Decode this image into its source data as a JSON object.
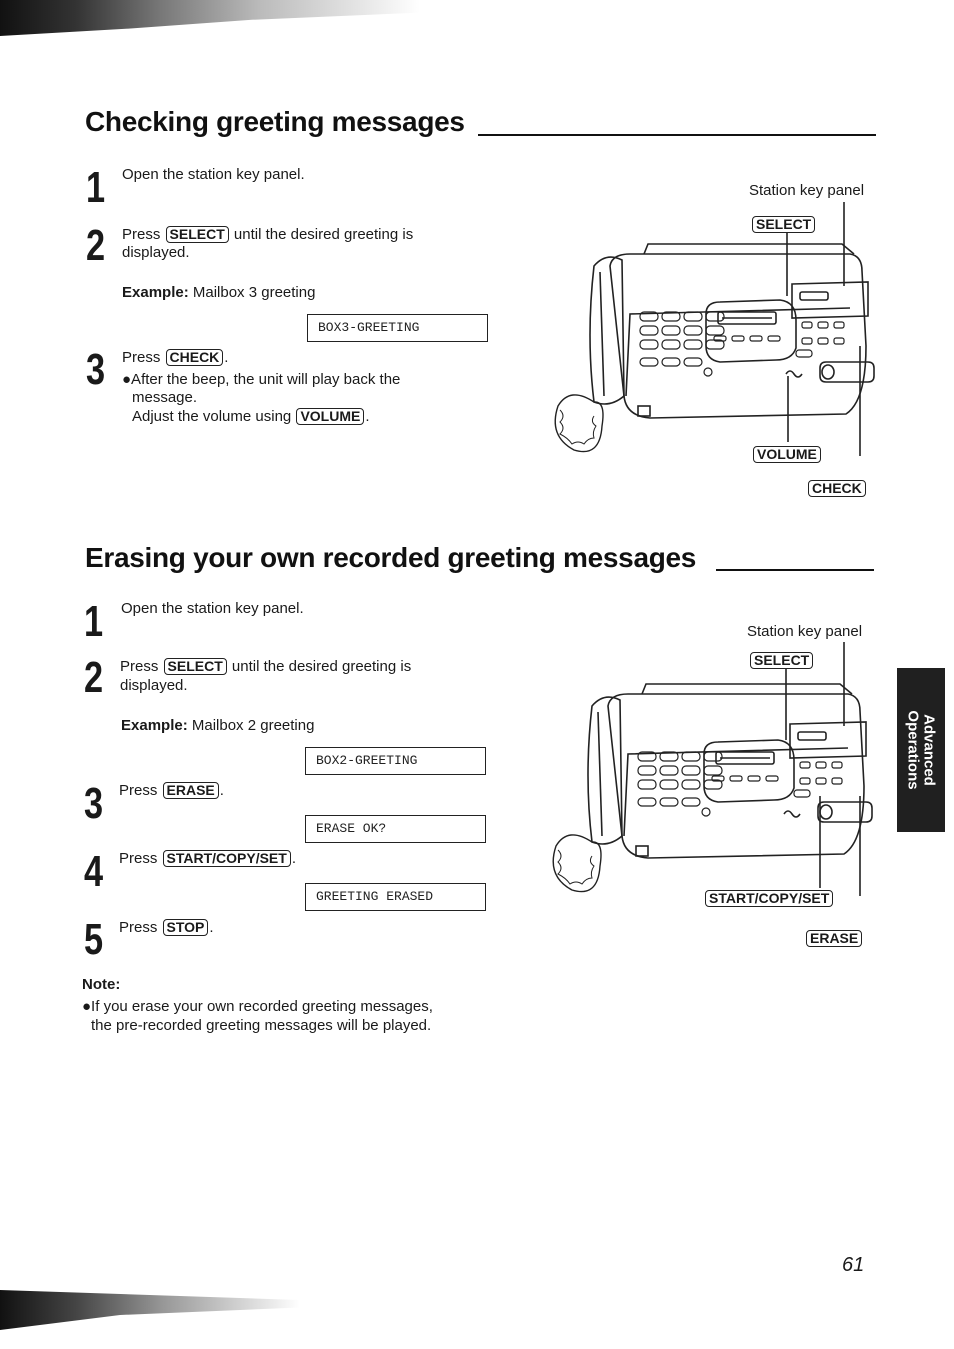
{
  "section1": {
    "title": "Checking greeting messages",
    "step1": {
      "num": "1",
      "text": "Open the station key panel."
    },
    "step2": {
      "num": "2",
      "pre": "Press",
      "key": "SELECT",
      "post": "until the desired greeting is",
      "line2": "displayed."
    },
    "example": {
      "label": "Example:",
      "text": "Mailbox 3 greeting"
    },
    "display": "BOX3-GREETING",
    "step3": {
      "num": "3",
      "pre": "Press",
      "key": "CHECK",
      "post": ".",
      "bullet_line1": "●After the beep, the unit will play back the",
      "bullet_line2": "message.",
      "vol_pre": "Adjust the volume using",
      "vol_key": "VOLUME",
      "vol_post": "."
    },
    "figure": {
      "station_label": "Station key panel",
      "select_label": "SELECT",
      "volume_label": "VOLUME",
      "check_label": "CHECK"
    }
  },
  "section2": {
    "title": "Erasing your own recorded greeting messages",
    "step1": {
      "num": "1",
      "text": "Open the station key panel."
    },
    "step2": {
      "num": "2",
      "pre": "Press",
      "key": "SELECT",
      "post": "until the desired greeting is",
      "line2": "displayed."
    },
    "example": {
      "label": "Example:",
      "text": "Mailbox 2 greeting"
    },
    "display1": "BOX2-GREETING",
    "step3": {
      "num": "3",
      "pre": "Press",
      "key": "ERASE",
      "post": "."
    },
    "display2": "ERASE OK?",
    "step4": {
      "num": "4",
      "pre": "Press",
      "key": "START/COPY/SET",
      "post": "."
    },
    "display3": "GREETING ERASED",
    "step5": {
      "num": "5",
      "pre": "Press",
      "key": "STOP",
      "post": "."
    },
    "note": {
      "label": "Note:",
      "line1": "●If you erase your own recorded greeting messages,",
      "line2": "the pre-recorded greeting messages will be played."
    },
    "figure": {
      "station_label": "Station key panel",
      "select_label": "SELECT",
      "start_label": "START/COPY/SET",
      "erase_label": "ERASE"
    }
  },
  "side_tab": {
    "line1": "Advanced",
    "line2": "Operations"
  },
  "page_number": "61"
}
